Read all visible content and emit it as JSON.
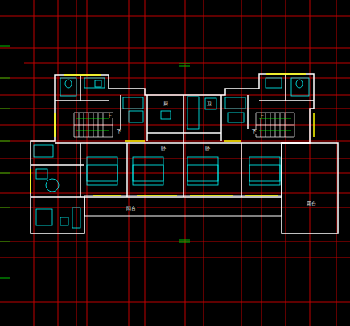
{
  "diagram": {
    "labels": [
      "上",
      "下",
      "上",
      "下",
      "厨",
      "卫",
      "卧",
      "卧",
      "阳台",
      "露台"
    ]
  }
}
